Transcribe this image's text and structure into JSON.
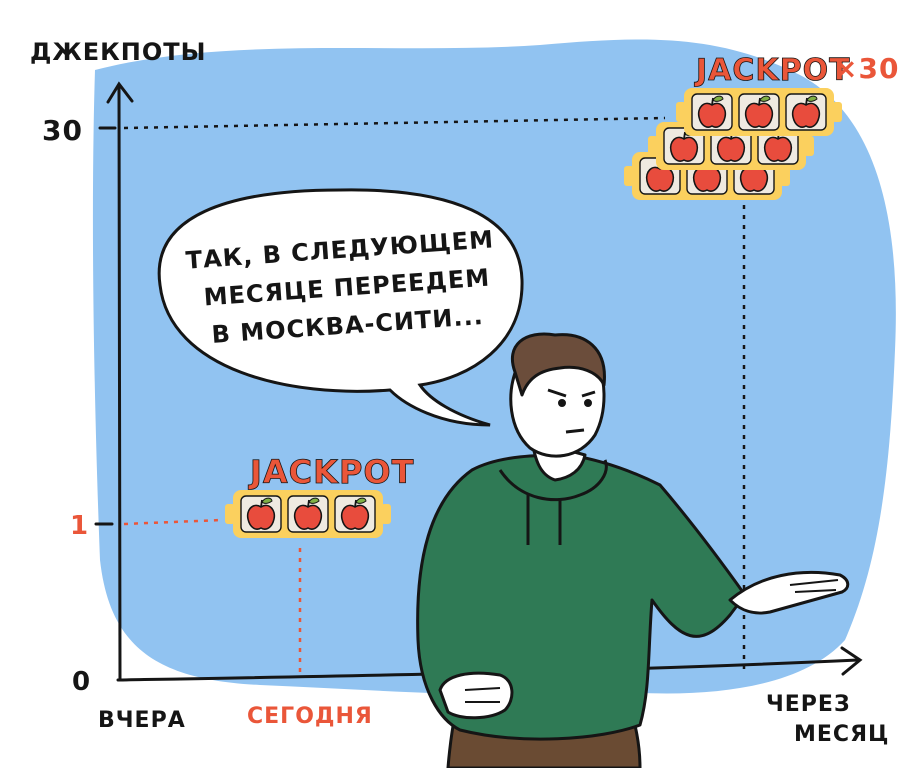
{
  "chart": {
    "y_axis_title": "ДЖЕКПОТЫ",
    "y_ticks": {
      "top": "30",
      "mid": "1",
      "zero": "0"
    },
    "x_ticks": {
      "yesterday": "ВЧЕРА",
      "today": "СЕГОДНЯ",
      "month_line1": "ЧЕРЕЗ",
      "month_line2": "МЕСЯЦ"
    },
    "jackpot_label": "JACKPOT",
    "multiplier": "×30"
  },
  "speech": {
    "line1": "ТАК, В СЛЕДУЮЩЕМ",
    "line2": "МЕСЯЦЕ ПЕРЕЕДЕМ",
    "line3": "В МОСКВА-СИТИ..."
  },
  "colors": {
    "blob": "#91c3f1",
    "accent_red": "#ea5639",
    "ink": "#151515",
    "hoodie": "#2f7a55",
    "hair": "#6b4d3b",
    "pants": "#6a4b33",
    "slot_body": "#fbd05e",
    "apple": "#e84c3d",
    "leaf": "#7fb046"
  },
  "icons": [
    "apple-icon",
    "slot-machine-icon",
    "speech-bubble-icon"
  ]
}
